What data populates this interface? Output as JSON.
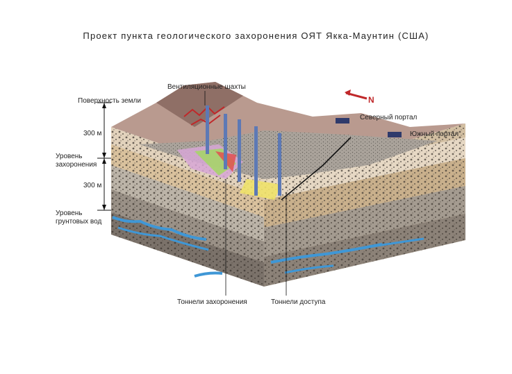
{
  "title": "Проект пункта геологического захоронения ОЯТ Якка-Маунтин (США)",
  "labels": {
    "surface": "Поверхность земли",
    "depth_upper": "300 м",
    "disposal_level_line1": "Уровень",
    "disposal_level_line2": "захоронения",
    "depth_lower": "300 м",
    "groundwater_line1": "Уровень",
    "groundwater_line2": "грунтовых вод",
    "vent_shafts": "Вентиляционные шахты",
    "north_portal": "Северный портал",
    "south_portal": "Южный портал",
    "disposal_tunnels": "Тоннели захоронения",
    "access_tunnels": "Тоннели доступа",
    "north_arrow": "N"
  },
  "colors": {
    "surface_top": "#b99a8f",
    "ridge": "#8f6f66",
    "fault_red": "#c0282a",
    "layer_pale": "#e8dccb",
    "layer_tan": "#d8c2a0",
    "layer_gray": "#b5aea4",
    "layer_dark": "#7b736a",
    "water": "#3f97d6",
    "shaft": "#5d79b5"
  }
}
